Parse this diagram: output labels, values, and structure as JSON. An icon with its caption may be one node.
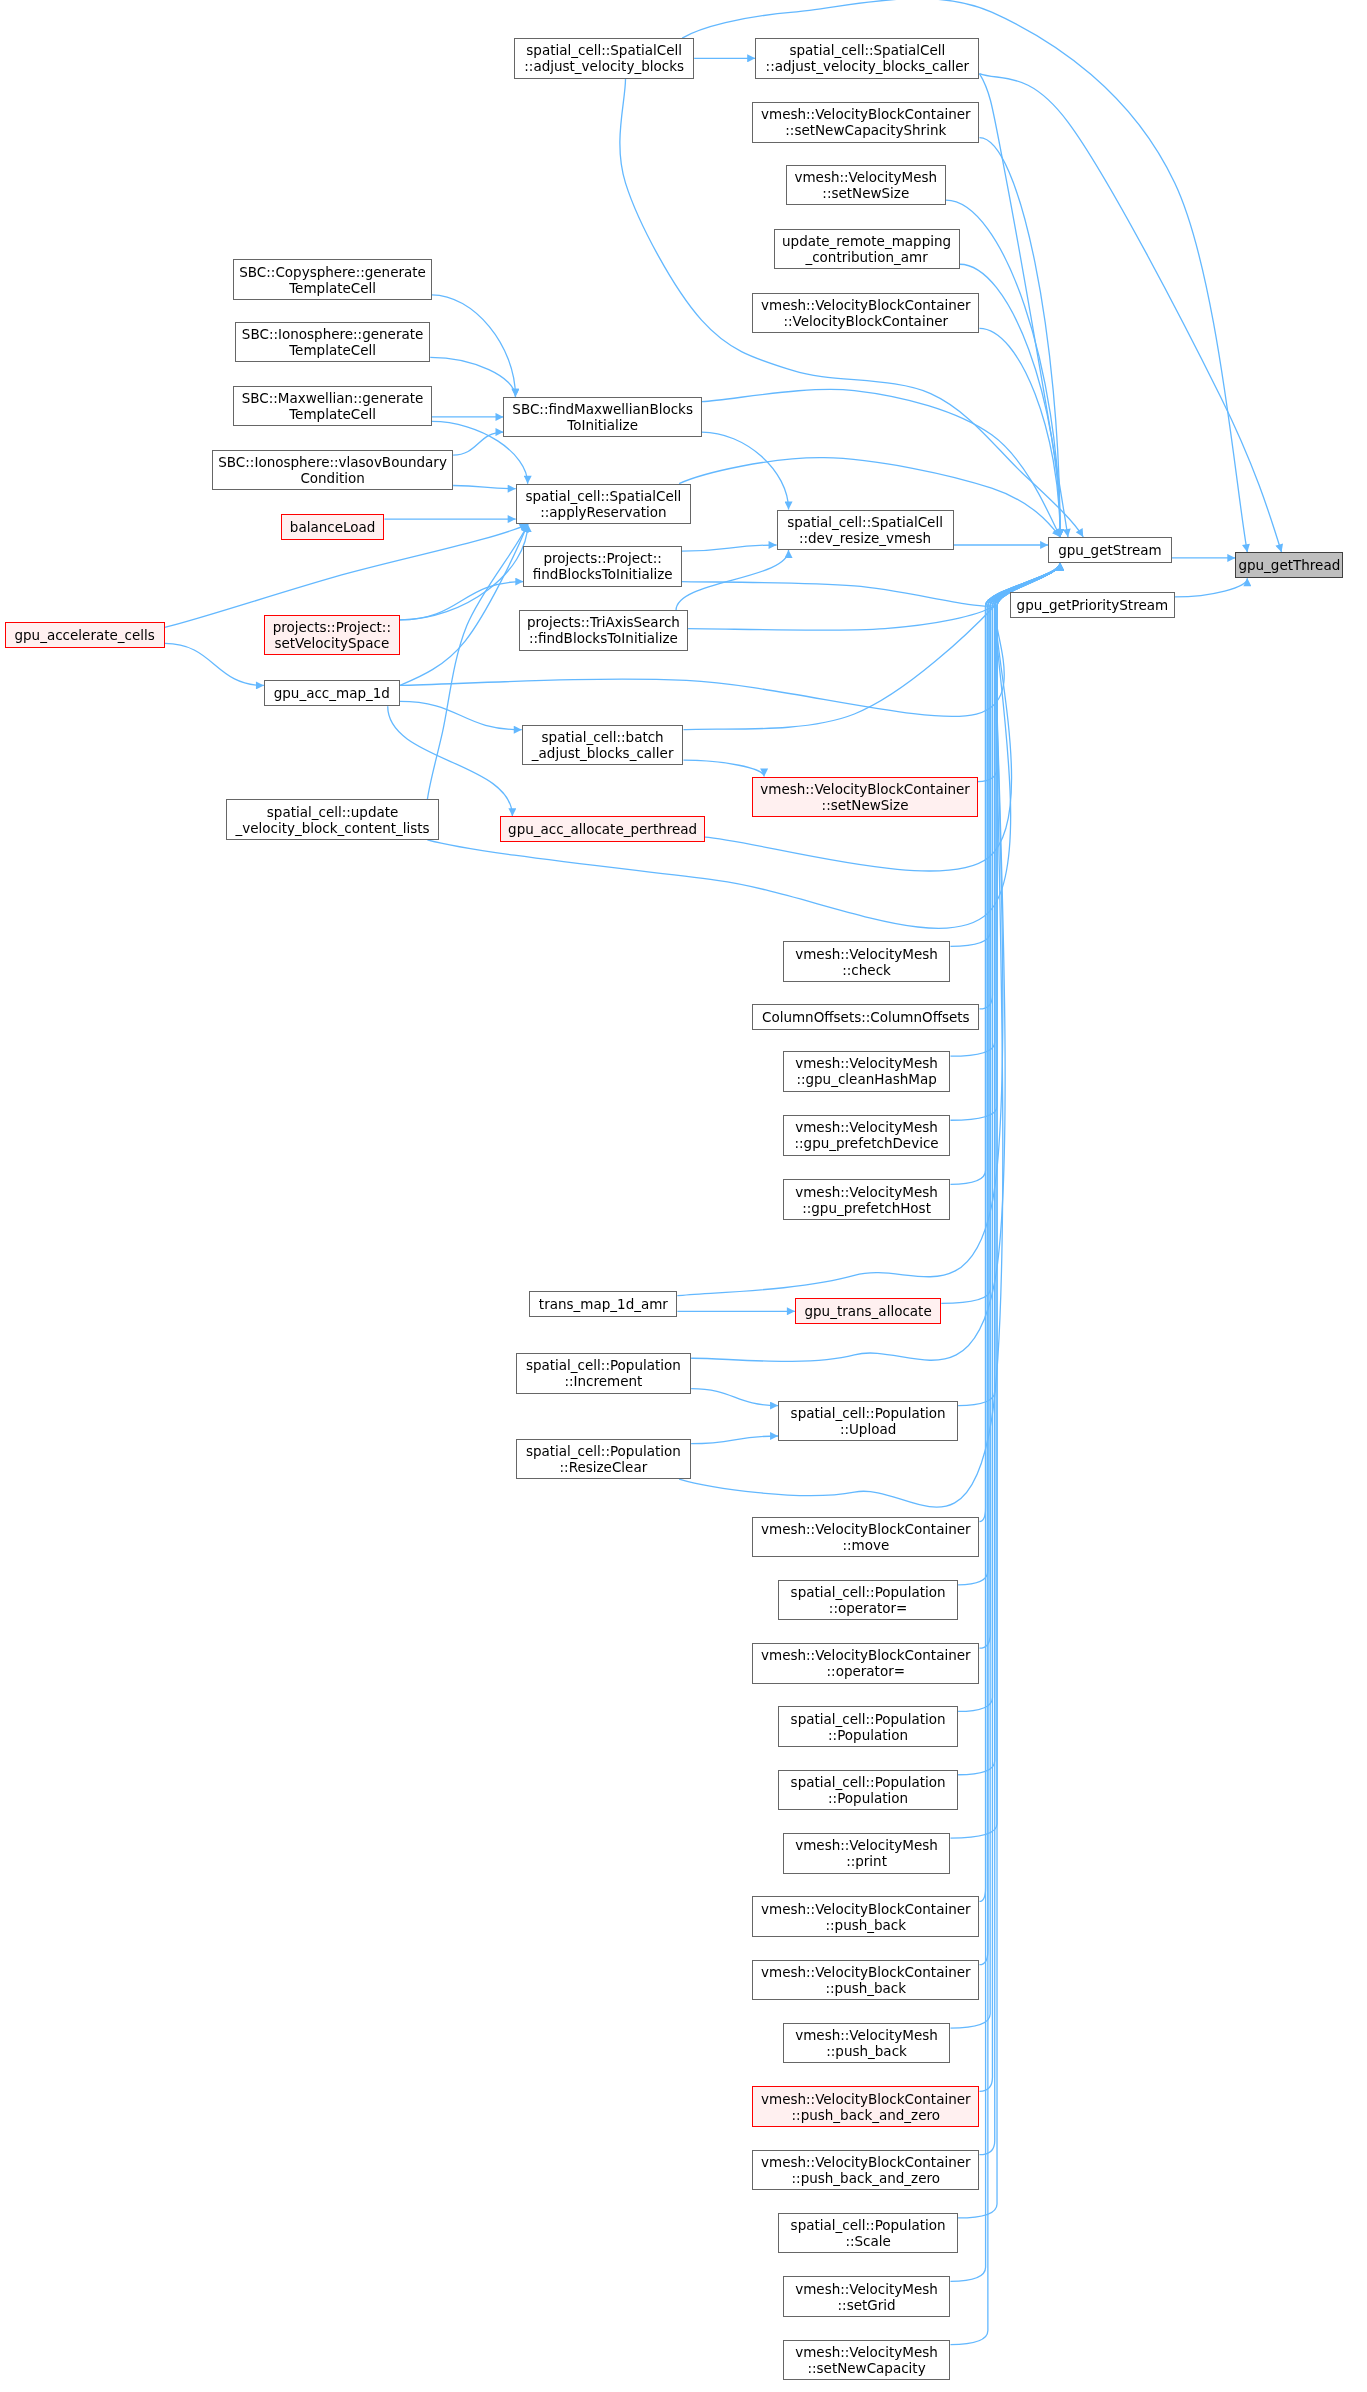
{
  "diagram": {
    "nodes": [
      {
        "text": [
          "gpu_getThread"
        ]
      },
      {
        "text": [
          "gpu_getStream"
        ]
      },
      {
        "text": [
          "gpu_getPriorityStream"
        ]
      },
      {
        "text": [
          "spatial_cell::SpatialCell ::adjust_velocity_blocks"
        ]
      },
      {
        "text": [
          "spatial_cell::SpatialCell ::adjust_velocity_blocks_caller"
        ]
      },
      {
        "text": [
          "vmesh::VelocityBlockContainer ::setNewCapacityShrink"
        ]
      },
      {
        "text": [
          "vmesh::VelocityMesh ::setNewSize"
        ]
      },
      {
        "text": [
          "update_remote_mapping _contribution_amr"
        ]
      },
      {
        "text": [
          "vmesh::VelocityBlockContainer ::VelocityBlockContainer"
        ]
      },
      {
        "text": [
          "SBC::Copysphere::generate TemplateCell"
        ]
      },
      {
        "text": [
          "SBC::Ionosphere::generate TemplateCell"
        ]
      },
      {
        "text": [
          "SBC::Maxwellian::generate TemplateCell"
        ]
      },
      {
        "text": [
          "SBC::findMaxwellianBlocks ToInitialize"
        ]
      },
      {
        "text": [
          "SBC::Ionosphere::vlasovBoundary Condition"
        ]
      },
      {
        "text": [
          "spatial_cell::SpatialCell ::applyReservation"
        ]
      },
      {
        "text": [
          "balanceLoad"
        ]
      },
      {
        "text": [
          "spatial_cell::SpatialCell ::dev_resize_vmesh"
        ]
      },
      {
        "text": [
          "projects::Project:: findBlocksToInitialize"
        ]
      },
      {
        "text": [
          "gpu_accelerate_cells"
        ]
      },
      {
        "text": [
          "projects::Project:: setVelocitySpace"
        ]
      },
      {
        "text": [
          "projects::TriAxisSearch ::findBlocksToInitialize"
        ]
      },
      {
        "text": [
          "gpu_acc_map_1d"
        ]
      },
      {
        "text": [
          "spatial_cell::batch _adjust_blocks_caller"
        ]
      },
      {
        "text": [
          "vmesh::VelocityBlockContainer ::setNewSize"
        ]
      },
      {
        "text": [
          "gpu_acc_allocate_perthread"
        ]
      },
      {
        "text": [
          "spatial_cell::update _velocity_block_content_lists"
        ]
      },
      {
        "text": [
          "vmesh::VelocityMesh ::check"
        ]
      },
      {
        "text": [
          "ColumnOffsets::ColumnOffsets"
        ]
      },
      {
        "text": [
          "vmesh::VelocityMesh ::gpu_cleanHashMap"
        ]
      },
      {
        "text": [
          "vmesh::VelocityMesh ::gpu_prefetchDevice"
        ]
      },
      {
        "text": [
          "vmesh::VelocityMesh ::gpu_prefetchHost"
        ]
      },
      {
        "text": [
          "trans_map_1d_amr"
        ]
      },
      {
        "text": [
          "gpu_trans_allocate"
        ]
      },
      {
        "text": [
          "spatial_cell::Population ::Increment"
        ]
      },
      {
        "text": [
          "spatial_cell::Population ::Upload"
        ]
      },
      {
        "text": [
          "spatial_cell::Population ::ResizeClear"
        ]
      },
      {
        "text": [
          "vmesh::VelocityBlockContainer ::move"
        ]
      },
      {
        "text": [
          "spatial_cell::Population ::operator="
        ]
      },
      {
        "text": [
          "vmesh::VelocityBlockContainer ::operator="
        ]
      },
      {
        "text": [
          "spatial_cell::Population ::Population"
        ]
      },
      {
        "text": [
          "spatial_cell::Population ::Population"
        ]
      },
      {
        "text": [
          "vmesh::VelocityMesh ::print"
        ]
      },
      {
        "text": [
          "vmesh::VelocityBlockContainer ::push_back"
        ]
      },
      {
        "text": [
          "vmesh::VelocityBlockContainer ::push_back"
        ]
      },
      {
        "text": [
          "vmesh::VelocityMesh ::push_back"
        ]
      },
      {
        "text": [
          "vmesh::VelocityBlockContainer ::push_back_and_zero"
        ]
      },
      {
        "text": [
          "vmesh::VelocityBlockContainer ::push_back_and_zero"
        ]
      },
      {
        "text": [
          "spatial_cell::Population ::Scale"
        ]
      },
      {
        "text": [
          "vmesh::VelocityMesh ::setGrid"
        ]
      },
      {
        "text": [
          "vmesh::VelocityMesh ::setNewCapacity"
        ]
      }
    ],
    "edges": [
      {
        "from": 1,
        "to": 0,
        "arrow": "to"
      },
      {
        "from": 2,
        "to": 0,
        "arrow": "to"
      },
      {
        "from": 3,
        "to": 0,
        "arrow": "to"
      },
      {
        "from": 3,
        "to": 4,
        "arrow": "to"
      },
      {
        "from": 3,
        "to": 1,
        "arrow": "to"
      },
      {
        "from": 4,
        "to": 0,
        "arrow": "to"
      },
      {
        "from": 4,
        "to": 1,
        "arrow": "to"
      },
      {
        "from": 5,
        "to": 1,
        "arrow": "to"
      },
      {
        "from": 6,
        "to": 1,
        "arrow": "to"
      },
      {
        "from": 7,
        "to": 1,
        "arrow": "to"
      },
      {
        "from": 8,
        "to": 1,
        "arrow": "to"
      },
      {
        "from": 9,
        "to": 12,
        "arrow": "to"
      },
      {
        "from": 10,
        "to": 12,
        "arrow": "to"
      },
      {
        "from": 11,
        "to": 12,
        "arrow": "to"
      },
      {
        "from": 13,
        "to": 12,
        "arrow": "to"
      },
      {
        "from": 11,
        "to": 14,
        "arrow": "to"
      },
      {
        "from": 13,
        "to": 14,
        "arrow": "to"
      },
      {
        "from": 15,
        "to": 14,
        "arrow": "to"
      },
      {
        "from": 18,
        "to": 14,
        "arrow": "to"
      },
      {
        "from": 19,
        "to": 14,
        "arrow": "to"
      },
      {
        "from": 21,
        "to": 14,
        "arrow": "to"
      },
      {
        "from": 25,
        "to": 14,
        "arrow": "to"
      },
      {
        "from": 12,
        "to": 16,
        "arrow": "to"
      },
      {
        "from": 17,
        "to": 16,
        "arrow": "to"
      },
      {
        "from": 20,
        "to": 16,
        "arrow": "to"
      },
      {
        "from": 19,
        "to": 17,
        "arrow": "to"
      },
      {
        "from": 12,
        "to": 1,
        "arrow": "to"
      },
      {
        "from": 14,
        "to": 1,
        "arrow": "to"
      },
      {
        "from": 16,
        "to": 1,
        "arrow": "to"
      },
      {
        "from": 17,
        "to": 1,
        "arrow": "to"
      },
      {
        "from": 20,
        "to": 1,
        "arrow": "to"
      },
      {
        "from": 18,
        "to": 21,
        "arrow": "to"
      },
      {
        "from": 21,
        "to": 22,
        "arrow": "to"
      },
      {
        "from": 21,
        "to": 24,
        "arrow": "to"
      },
      {
        "from": 22,
        "to": 23,
        "arrow": "to"
      },
      {
        "from": 21,
        "to": 1,
        "arrow": "to"
      },
      {
        "from": 22,
        "to": 1,
        "arrow": "to"
      },
      {
        "from": 23,
        "to": 1,
        "arrow": "to"
      },
      {
        "from": 24,
        "to": 1,
        "arrow": "to"
      },
      {
        "from": 25,
        "to": 1,
        "arrow": "to"
      },
      {
        "from": 26,
        "to": 1,
        "arrow": "to"
      },
      {
        "from": 27,
        "to": 1,
        "arrow": "to"
      },
      {
        "from": 28,
        "to": 1,
        "arrow": "to"
      },
      {
        "from": 29,
        "to": 1,
        "arrow": "to"
      },
      {
        "from": 30,
        "to": 1,
        "arrow": "to"
      },
      {
        "from": 31,
        "to": 1,
        "arrow": "to"
      },
      {
        "from": 31,
        "to": 32,
        "arrow": "to"
      },
      {
        "from": 32,
        "to": 1,
        "arrow": "to"
      },
      {
        "from": 33,
        "to": 34,
        "arrow": "to"
      },
      {
        "from": 33,
        "to": 1,
        "arrow": "to"
      },
      {
        "from": 35,
        "to": 34,
        "arrow": "to"
      },
      {
        "from": 35,
        "to": 1,
        "arrow": "to"
      },
      {
        "from": 34,
        "to": 1,
        "arrow": "to"
      },
      {
        "from": 36,
        "to": 1,
        "arrow": "to"
      },
      {
        "from": 37,
        "to": 1,
        "arrow": "to"
      },
      {
        "from": 38,
        "to": 1,
        "arrow": "to"
      },
      {
        "from": 39,
        "to": 1,
        "arrow": "to"
      },
      {
        "from": 40,
        "to": 1,
        "arrow": "to"
      },
      {
        "from": 41,
        "to": 1,
        "arrow": "to"
      },
      {
        "from": 42,
        "to": 1,
        "arrow": "to"
      },
      {
        "from": 43,
        "to": 1,
        "arrow": "to"
      },
      {
        "from": 44,
        "to": 1,
        "arrow": "to"
      },
      {
        "from": 45,
        "to": 1,
        "arrow": "to"
      },
      {
        "from": 46,
        "to": 1,
        "arrow": "to"
      },
      {
        "from": 47,
        "to": 1,
        "arrow": "to"
      },
      {
        "from": 48,
        "to": 1,
        "arrow": "to"
      },
      {
        "from": 49,
        "to": 1,
        "arrow": "to"
      }
    ]
  }
}
